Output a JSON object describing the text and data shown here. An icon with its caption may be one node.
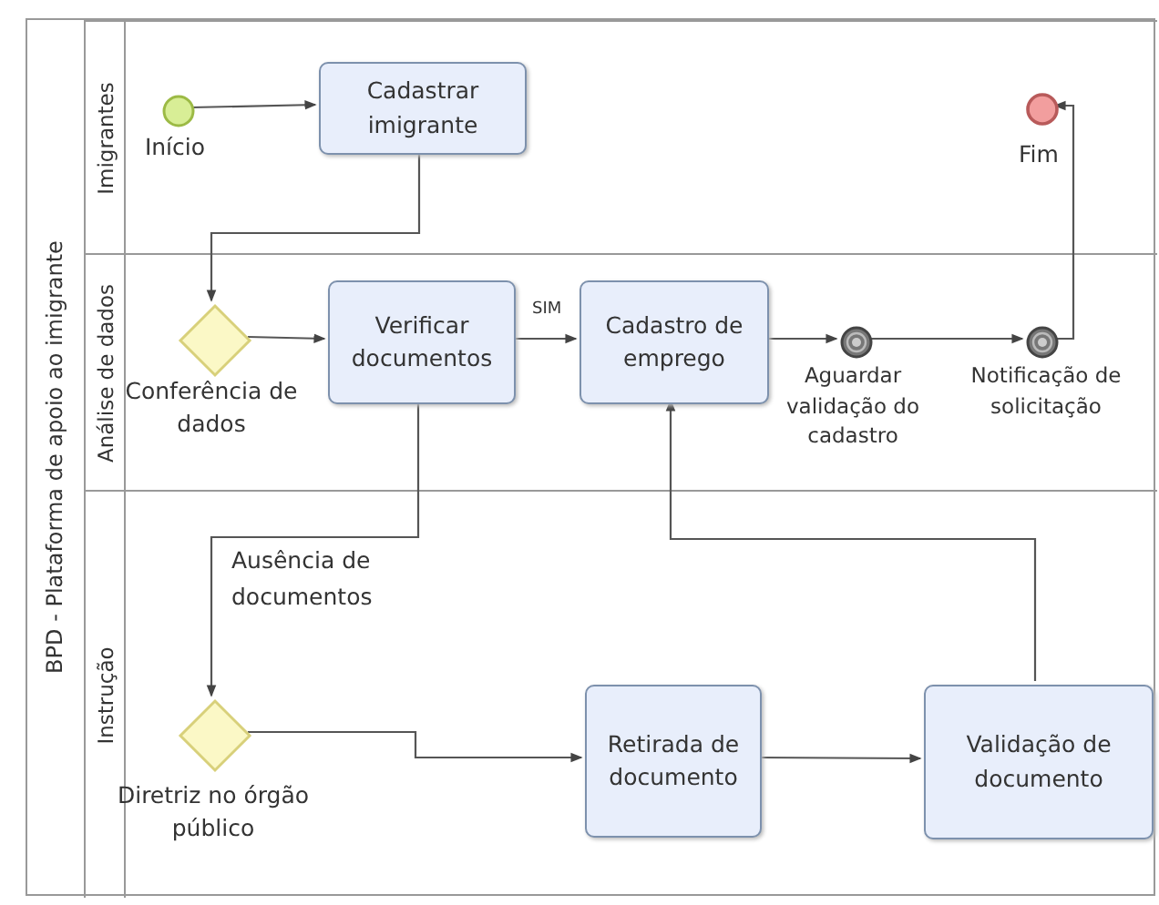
{
  "diagram": {
    "nodes": [
      {
        "text": [
          "BPD - Plataforma de apoio ao imigrante"
        ]
      },
      {
        "text": [
          "Imigrantes"
        ],
        "in": 0
      },
      {
        "text": [
          "Análise de dados"
        ],
        "in": 0
      },
      {
        "text": [
          "Instrução"
        ],
        "in": 0
      },
      {
        "text": [],
        "shape": "circle",
        "beside": [
          "Início"
        ],
        "in": 1
      },
      {
        "text": [
          "Cadastrar imigrante"
        ],
        "in": 1
      },
      {
        "text": [],
        "shape": "circle",
        "beside": [
          "Fim"
        ],
        "in": 1
      },
      {
        "text": [],
        "shape": "diamond",
        "beside": [
          "Conferência de dados"
        ],
        "in": 2
      },
      {
        "text": [
          "Verificar documentos"
        ],
        "in": 2
      },
      {
        "text": [
          "Cadastro de emprego"
        ],
        "in": 2
      },
      {
        "text": [],
        "shape": "circle",
        "beside": [
          "Aguardar validação do cadastro"
        ],
        "in": 2
      },
      {
        "text": [],
        "shape": "circle",
        "beside": [
          "Notificação de solicitação"
        ],
        "in": 2
      },
      {
        "text": [],
        "shape": "diamond",
        "beside": [
          "Diretriz no órgão público"
        ],
        "in": 3
      },
      {
        "text": [
          "Retirada de documento"
        ],
        "in": 3
      },
      {
        "text": [
          "Validação de documento"
        ],
        "in": 3
      }
    ],
    "edges": [
      {
        "from": 4,
        "to": 5,
        "arrow": "to"
      },
      {
        "from": 5,
        "to": 7,
        "arrow": "to"
      },
      {
        "from": 7,
        "to": 8,
        "arrow": "to"
      },
      {
        "from": 8,
        "to": 9,
        "arrow": "to",
        "label": "SIM"
      },
      {
        "from": 9,
        "to": 10,
        "arrow": "to"
      },
      {
        "from": 10,
        "to": 11,
        "arrow": "to"
      },
      {
        "from": 11,
        "to": 6,
        "arrow": "to"
      },
      {
        "from": 8,
        "to": 12,
        "arrow": "to",
        "label": "Ausência de documentos"
      },
      {
        "from": 12,
        "to": 13,
        "arrow": "to"
      },
      {
        "from": 13,
        "to": 14,
        "arrow": "to"
      },
      {
        "from": 14,
        "to": 9,
        "arrow": "to"
      }
    ]
  }
}
